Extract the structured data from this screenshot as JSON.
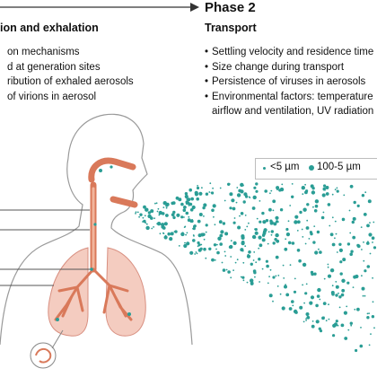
{
  "phase2": {
    "title": "Phase 2",
    "section_title": "Transport",
    "items": [
      "Settling velocity and residence time",
      "Size change during transport",
      "Persistence of viruses in aerosols",
      "Environmental factors: temperature",
      "airflow and ventilation, UV radiation"
    ]
  },
  "phase1": {
    "section_title": "ion and exhalation",
    "items": [
      "on mechanisms",
      "d at generation sites",
      "ribution of exhaled aerosols",
      "of virions in aerosol"
    ]
  },
  "legend": {
    "small_label": "<5 µm",
    "large_label": "100-5 µm"
  },
  "colors": {
    "aerosol_teal": "#2a9d95",
    "airway_orange": "#d9795a",
    "lung_pink": "#f4ccc0",
    "body_outline": "#9a9a9a"
  }
}
